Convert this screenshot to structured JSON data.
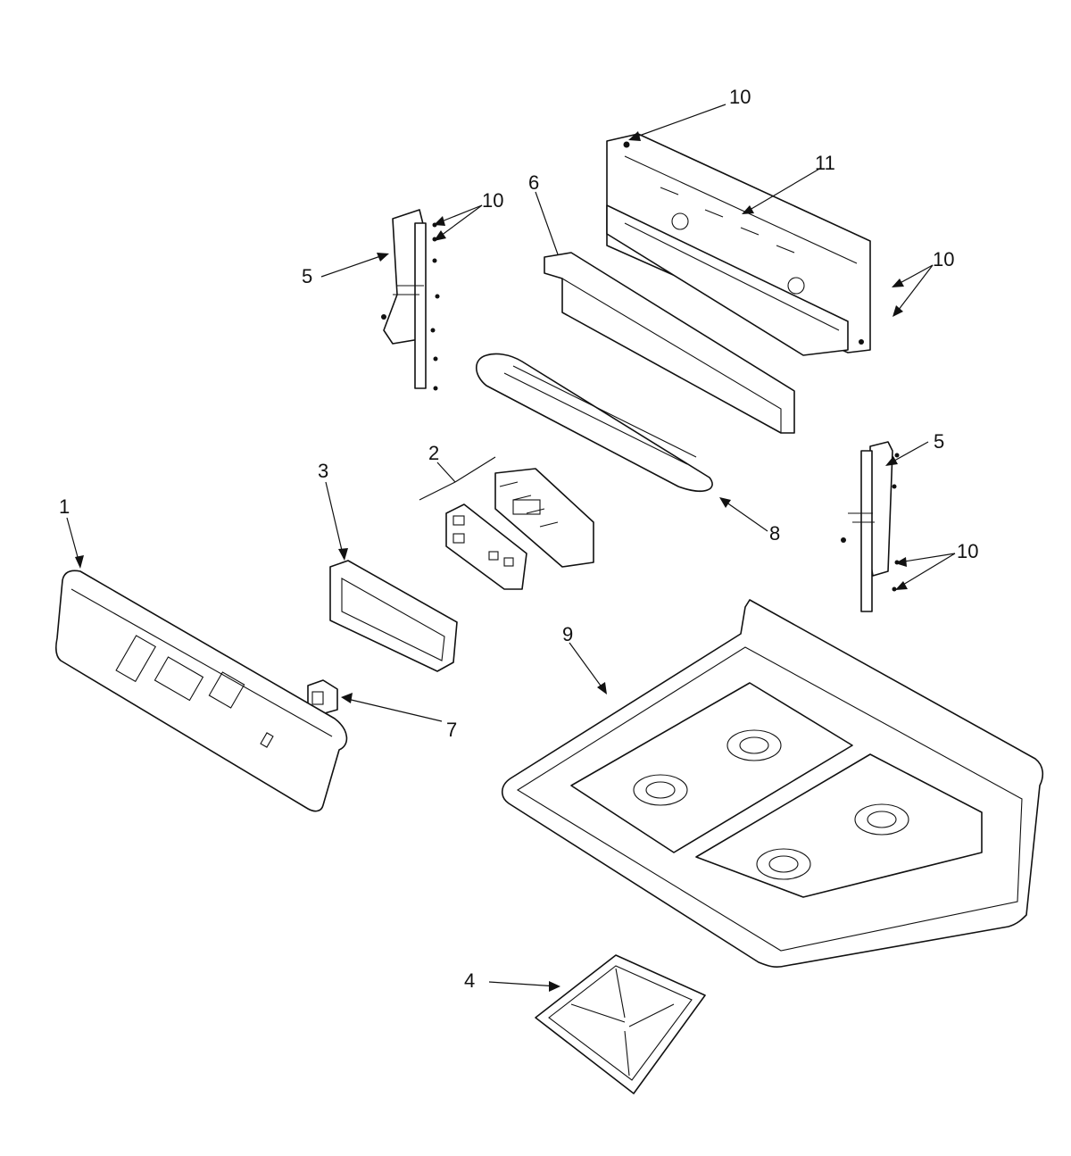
{
  "callouts": [
    {
      "id": "c1",
      "label": "1"
    },
    {
      "id": "c2",
      "label": "2"
    },
    {
      "id": "c3",
      "label": "3"
    },
    {
      "id": "c4",
      "label": "4"
    },
    {
      "id": "c5a",
      "label": "5"
    },
    {
      "id": "c5b",
      "label": "5"
    },
    {
      "id": "c6",
      "label": "6"
    },
    {
      "id": "c7",
      "label": "7"
    },
    {
      "id": "c8",
      "label": "8"
    },
    {
      "id": "c9",
      "label": "9"
    },
    {
      "id": "c10a",
      "label": "10"
    },
    {
      "id": "c10b",
      "label": "10"
    },
    {
      "id": "c10c",
      "label": "10"
    },
    {
      "id": "c10d",
      "label": "10"
    },
    {
      "id": "c11",
      "label": "11"
    }
  ]
}
